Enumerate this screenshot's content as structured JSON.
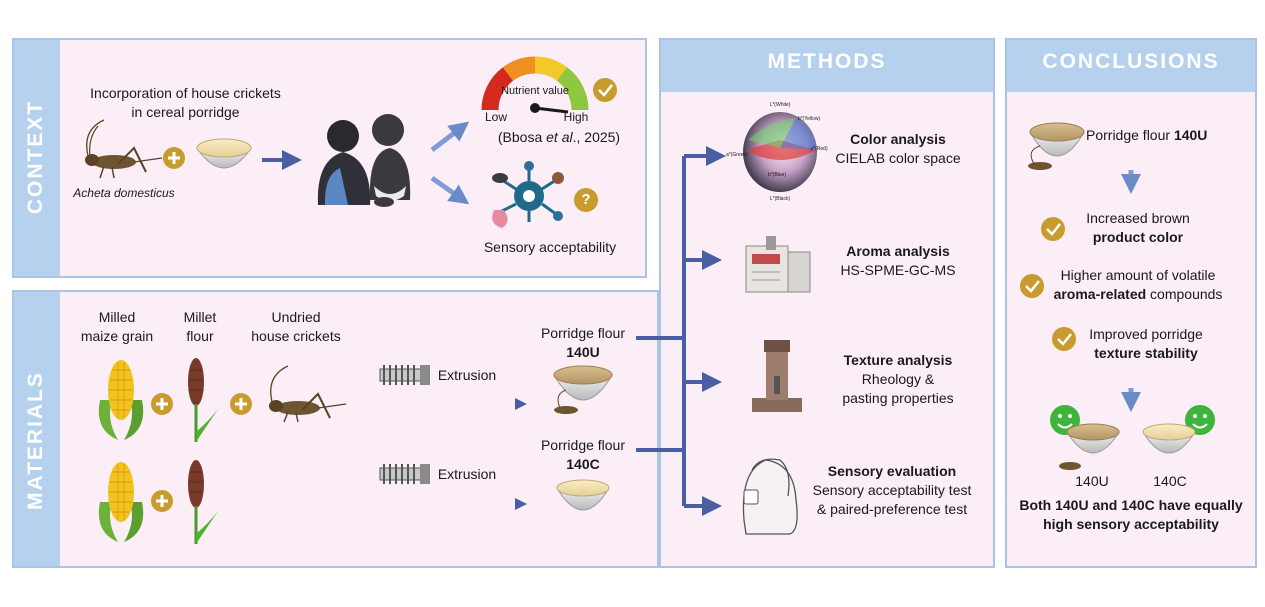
{
  "sections": {
    "context": "CONTEXT",
    "materials": "MATERIALS",
    "methods": "METHODS",
    "conclusions": "CONCLUSIONS"
  },
  "context": {
    "incorporation_line1": "Incorporation of house crickets",
    "incorporation_line2": "in cereal porridge",
    "species": "Acheta domesticus",
    "gauge_title": "Nutrient value",
    "gauge_low": "Low",
    "gauge_high": "High",
    "citation_pre": "(Bbosa ",
    "citation_etal": "et al",
    "citation_post": "., 2025)",
    "sensory": "Sensory acceptability",
    "question": "?"
  },
  "materials": {
    "maize_line1": "Milled",
    "maize_line2": "maize grain",
    "millet_line1": "Millet",
    "millet_line2": "flour",
    "crickets_line1": "Undried",
    "crickets_line2": "house crickets",
    "extrusion1": "Extrusion",
    "extrusion2": "Extrusion",
    "flour_u_line1": "Porridge flour",
    "flour_u_code": "140U",
    "flour_c_line1": "Porridge flour",
    "flour_c_code": "140C"
  },
  "methods": {
    "color_title": "Color analysis",
    "color_sub": "CIELAB color space",
    "aroma_title": "Aroma analysis",
    "aroma_sub": "HS-SPME-GC-MS",
    "texture_title": "Texture analysis",
    "texture_sub1": "Rheology &",
    "texture_sub2": "pasting properties",
    "sensory_title": "Sensory evaluation",
    "sensory_sub1": "Sensory acceptability test",
    "sensory_sub2": "& paired-preference test",
    "cie_white": "L*(White)",
    "cie_black": "L*(Black)",
    "cie_green": "a*(Green)",
    "cie_red": "a*(Red)",
    "cie_yellow": "b*(Yellow)",
    "cie_blue": "b*(Blue)"
  },
  "conclusions": {
    "flour_pre": "Porridge flour ",
    "flour_code": "140U",
    "c1_line1": "Increased brown",
    "c1_line2": "product color",
    "c2_line1": "Higher amount of volatile",
    "c2_line2_bold": "aroma-related",
    "c2_line2_rest": " compounds",
    "c3_line1": "Improved porridge",
    "c3_line2": "texture stability",
    "bowl_u": "140U",
    "bowl_c": "140C",
    "final_line1": "Both 140U and 140C have equally",
    "final_line2": "high sensory acceptability"
  },
  "colors": {
    "panel_border": "#a9c4e4",
    "side_bar": "#b6d1ee",
    "panel_fill": "#fbeef6",
    "arrow": "#4a5fa3",
    "badge": "#c99a2e",
    "smiley": "#3db53d"
  }
}
